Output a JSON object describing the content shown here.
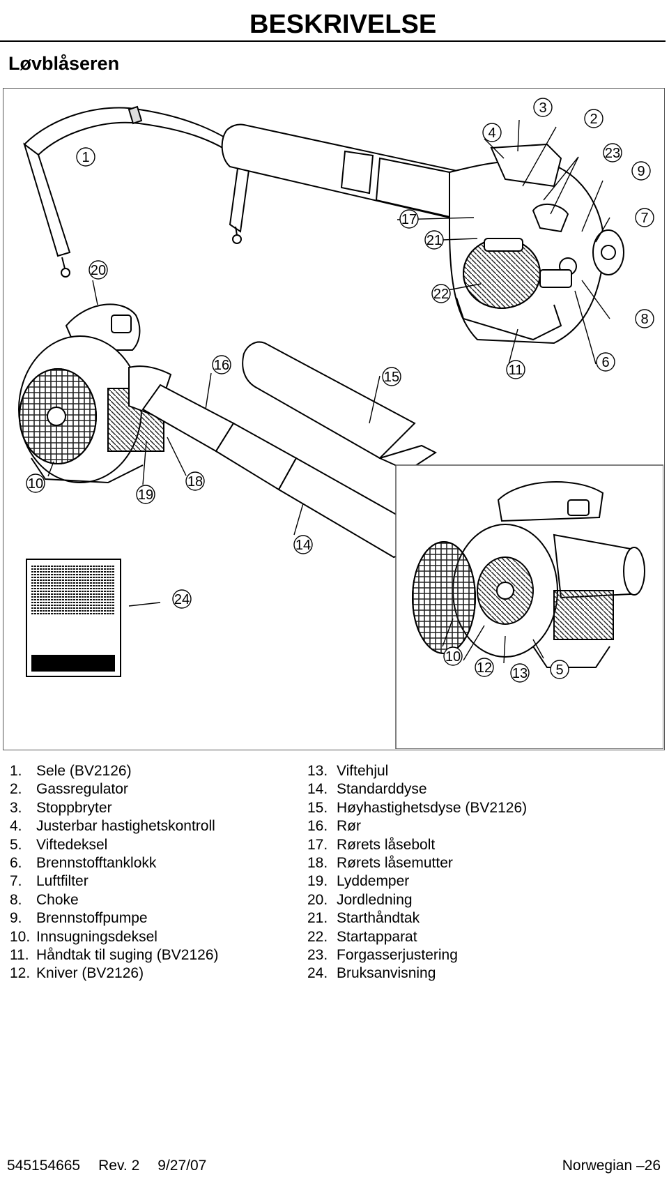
{
  "header": {
    "title": "BESKRIVELSE"
  },
  "section_title": "Løvblåseren",
  "callouts": [
    "1",
    "2",
    "3",
    "4",
    "5",
    "6",
    "7",
    "8",
    "9",
    "10",
    "10",
    "11",
    "12",
    "13",
    "14",
    "15",
    "16",
    "17",
    "18",
    "19",
    "20",
    "21",
    "22",
    "23",
    "24"
  ],
  "parts_left": [
    {
      "num": "1.",
      "label": "Sele (BV2126)"
    },
    {
      "num": "2.",
      "label": "Gassregulator"
    },
    {
      "num": "3.",
      "label": "Stoppbryter"
    },
    {
      "num": "4.",
      "label": "Justerbar hastighetskontroll"
    },
    {
      "num": "5.",
      "label": "Viftedeksel"
    },
    {
      "num": "6.",
      "label": "Brennstofftanklokk"
    },
    {
      "num": "7.",
      "label": "Luftfilter"
    },
    {
      "num": "8.",
      "label": "Choke"
    },
    {
      "num": "9.",
      "label": "Brennstoffpumpe"
    },
    {
      "num": "10.",
      "label": "Innsugningsdeksel"
    },
    {
      "num": "11.",
      "label": "Håndtak til suging (BV2126)"
    },
    {
      "num": "12.",
      "label": "Kniver (BV2126)"
    }
  ],
  "parts_right": [
    {
      "num": "13.",
      "label": "Viftehjul"
    },
    {
      "num": "14.",
      "label": "Standarddyse"
    },
    {
      "num": "15.",
      "label": "Høyhastighetsdyse (BV2126)"
    },
    {
      "num": "16.",
      "label": "Rør"
    },
    {
      "num": "17.",
      "label": "Rørets låsebolt"
    },
    {
      "num": "18.",
      "label": "Rørets låsemutter"
    },
    {
      "num": "19.",
      "label": "Lyddemper"
    },
    {
      "num": "20.",
      "label": "Jordledning"
    },
    {
      "num": "21.",
      "label": "Starthåndtak"
    },
    {
      "num": "22.",
      "label": "Startapparat"
    },
    {
      "num": "23.",
      "label": "Forgasserjustering"
    },
    {
      "num": "24.",
      "label": "Bruksanvisning"
    }
  ],
  "footer": {
    "part_number": "545154665",
    "revision": "Rev. 2",
    "date": "9/27/07",
    "page": "Norwegian –26"
  }
}
